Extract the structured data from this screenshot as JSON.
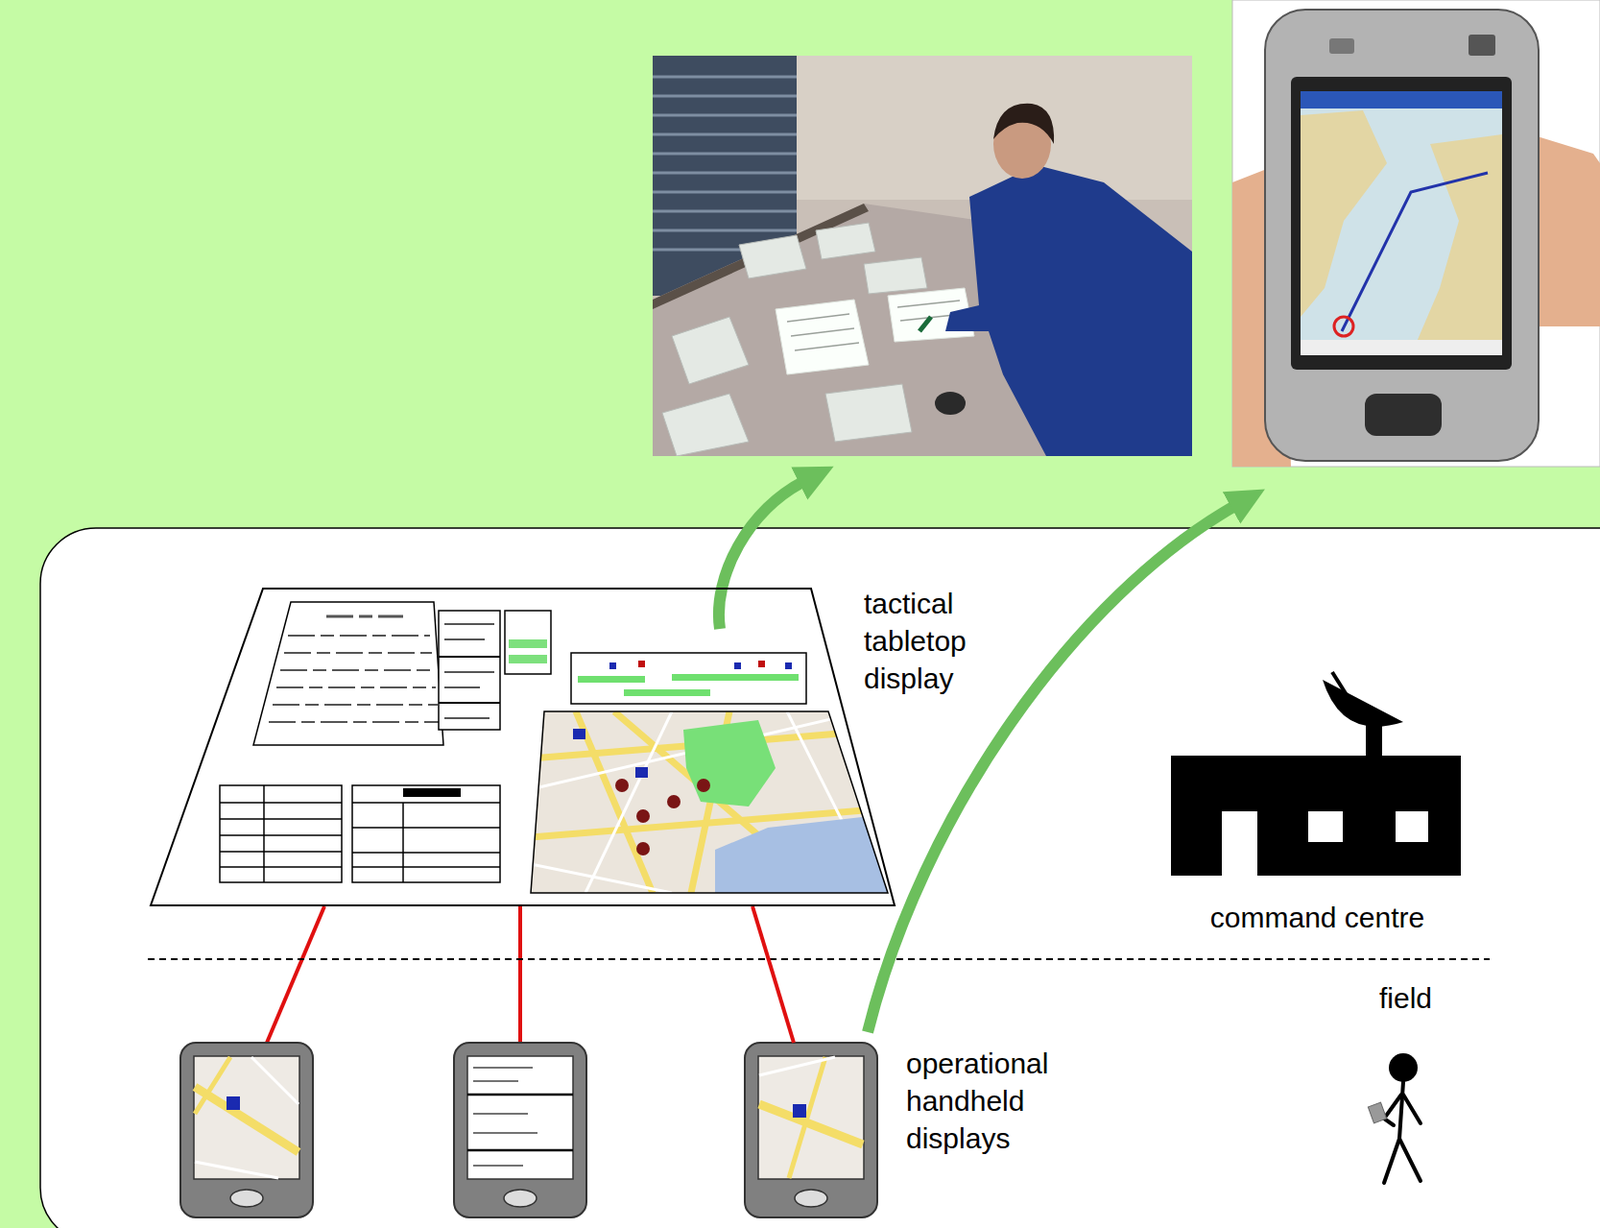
{
  "diagram": {
    "nodes": [
      {
        "text": [
          "tactical tabletop display"
        ]
      },
      {
        "text": [
          "command centre"
        ]
      },
      {
        "text": [
          "operational handheld displays"
        ]
      }
    ],
    "edges": [
      {
        "from": 0,
        "to": 2,
        "arrow": "none"
      }
    ],
    "labels": [
      "field"
    ]
  }
}
